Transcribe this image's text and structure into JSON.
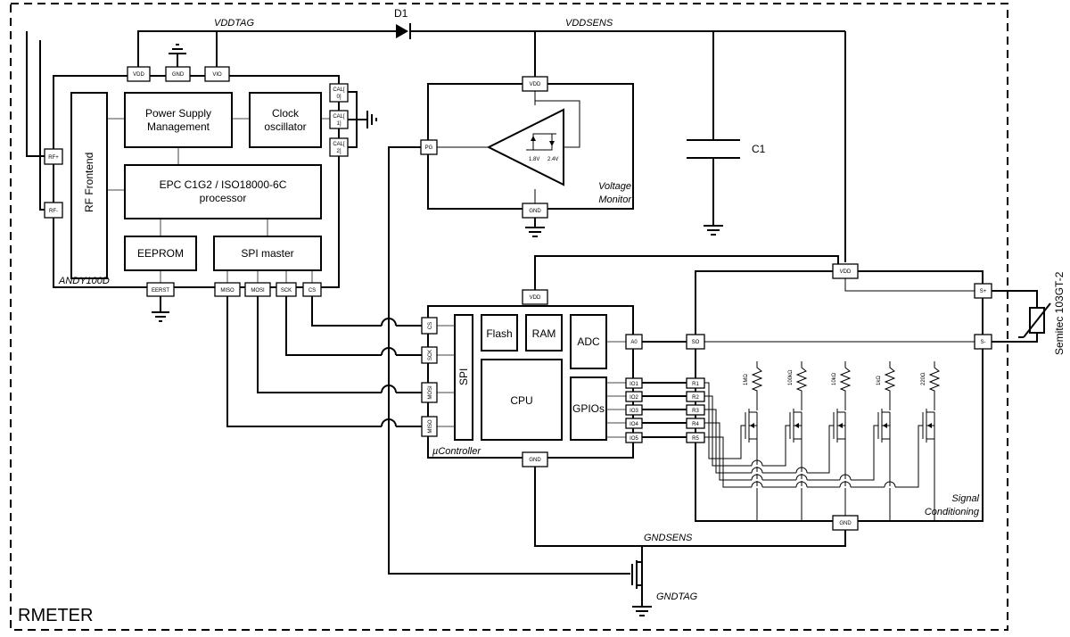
{
  "outer_label": "RMETER",
  "nets": {
    "vddtag": "VDDTAG",
    "vddsens": "VDDSENS",
    "gndsens": "GNDSENS",
    "gndtag": "GNDTAG"
  },
  "diode": "D1",
  "capacitor": "C1",
  "tag": {
    "name": "ANDY100D",
    "rf_frontend": "RF Frontend",
    "power_supply": [
      "Power Supply",
      "Management"
    ],
    "clock": [
      "Clock",
      "oscillator"
    ],
    "processor": [
      "EPC C1G2 / ISO18000-6C",
      "processor"
    ],
    "eeprom": "EEPROM",
    "spi_master": "SPI master",
    "pins": {
      "vdd": "VDD",
      "gnd": "GND",
      "vio": "VIO",
      "rfp": "RF+",
      "rfm": "RF-",
      "cal0": [
        "CAL[",
        "0]"
      ],
      "cal1": [
        "CAL[",
        "1]"
      ],
      "cal2": [
        "CAL[",
        "2]"
      ],
      "eerst": "EERST",
      "miso": "MISO",
      "mosi": "MOSI",
      "sck": "SCK",
      "cs": "CS"
    }
  },
  "monitor": {
    "label": [
      "Voltage",
      "Monitor"
    ],
    "vdd": "VDD",
    "gnd": "GND",
    "pg": "PG",
    "thresholds": [
      "1.8V",
      "2.4V"
    ]
  },
  "mcu": {
    "label": "µController",
    "spi": "SPI",
    "flash": "Flash",
    "ram": "RAM",
    "adc": "ADC",
    "cpu": "CPU",
    "gpios": "GPIOs",
    "pins": {
      "vdd": "VDD",
      "gnd": "GND",
      "a0": "A0",
      "cs": "CS",
      "sck": "SCK",
      "mosi": "MOSI",
      "miso": "MISO",
      "io": [
        "IO1",
        "IO2",
        "IO3",
        "IO4",
        "IO5"
      ]
    }
  },
  "signal_conditioning": {
    "label": [
      "Signal",
      "Conditioning"
    ],
    "vdd": "VDD",
    "gnd": "GND",
    "so": "SO",
    "sp": "S+",
    "sm": "S-",
    "r_pins": [
      "R1",
      "R2",
      "R3",
      "R4",
      "R5"
    ],
    "resistors": [
      "1MΩ",
      "100kΩ",
      "10kΩ",
      "1kΩ",
      "220Ω"
    ]
  },
  "sensor": "Semitec 103GT-2"
}
